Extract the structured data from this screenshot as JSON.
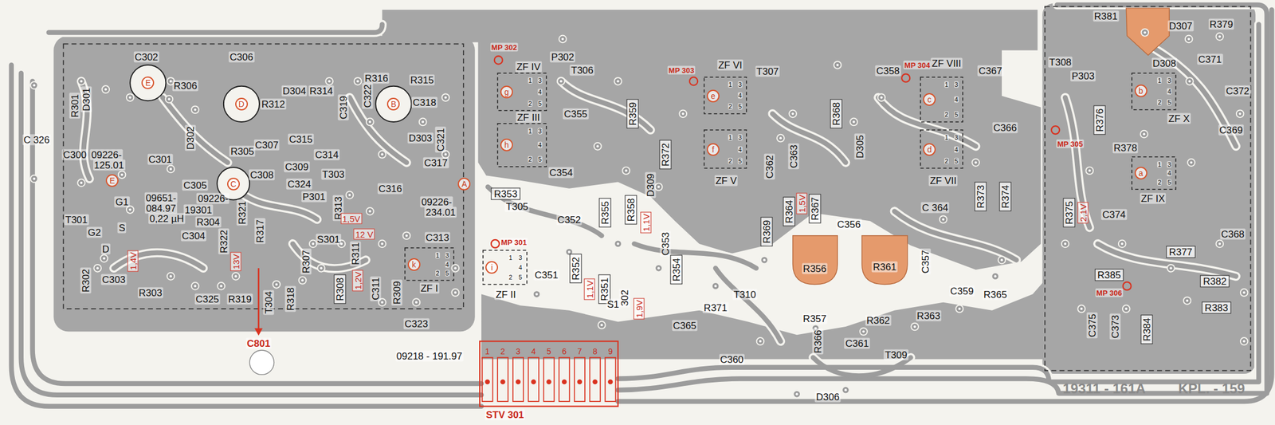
{
  "diagram": {
    "labels": [
      "C 326",
      "R301",
      "D301",
      "C302",
      "E",
      "C300",
      "09226-",
      "125.01",
      "C301",
      "E",
      "G1",
      "09651-",
      "084.97",
      "0,22 µH",
      "T301",
      "G2",
      "S",
      "D",
      "1,4V",
      "R302",
      "C303",
      "R303",
      "R306",
      "D302",
      "C305",
      "C",
      "09226-",
      "19301",
      "R304",
      "C304",
      "R321",
      "R322",
      "R317",
      "13V",
      "C325",
      "R319",
      "T304",
      "R318",
      "C801",
      "C306",
      "D",
      "R312",
      "D304",
      "R314",
      "C319",
      "R305",
      "C307",
      "C308",
      "C315",
      "C314",
      "C309",
      "C324",
      "T303",
      "P301",
      "R313",
      "1,5V",
      "S301",
      "12 V",
      "R311",
      "R307",
      "R308",
      "1,2V",
      "C311",
      "R309",
      "C316",
      "C322",
      "R316",
      "B",
      "R315",
      "C318",
      "D303",
      "C321",
      "C317",
      "A",
      "09226-",
      "234.01",
      "C313",
      "k",
      "ZF I",
      "C323",
      "09218 - 191.97",
      "MP 302",
      "ZF IV",
      "P302",
      "T306",
      "g",
      "ZF III",
      "C355",
      "h",
      "R359",
      "C354",
      "R353",
      "T305",
      "C352",
      "MP 301",
      "i",
      "ZF II",
      "C351",
      "R352",
      "1,1V",
      "R351",
      "S1",
      "302",
      "1,9V",
      "R355",
      "R358",
      "1,1V",
      "D309",
      "R372",
      "C353",
      "R354",
      "C365",
      "R371",
      "MP 303",
      "ZF VI",
      "e",
      "f",
      "ZF V",
      "T307",
      "R368",
      "C362",
      "C363",
      "R369",
      "R364",
      "1,5V",
      "R367",
      "C356",
      "D305",
      "T310",
      "R356",
      "R357",
      "R361",
      "R362",
      "C357",
      "C359",
      "R363",
      "R365",
      "R366",
      "C361",
      "T309",
      "C360",
      "D306",
      "C358",
      "MP 304",
      "ZF VIII",
      "c",
      "d",
      "ZF VII",
      "C367",
      "C366",
      "C 364",
      "R373",
      "R374",
      "T308",
      "P303",
      "MP 305",
      "R376",
      "R375",
      "2,1V",
      "C374",
      "R381",
      "D307",
      "D308",
      "R379",
      "C371",
      "C372",
      "b",
      "ZF X",
      "C369",
      "R378",
      "a",
      "ZF IX",
      "R377",
      "C368",
      "R385",
      "R382",
      "MP 306",
      "R383",
      "C375",
      "C373",
      "R384",
      "STV 301",
      "1",
      "2",
      "3",
      "4",
      "5",
      "6",
      "7",
      "8",
      "9",
      "19311 - 161A",
      "KPL. - 159",
      "1",
      "2",
      "3",
      "4",
      "5",
      "1",
      "2",
      "3",
      "4",
      "5",
      "1",
      "2",
      "3",
      "4",
      "5",
      "1",
      "2",
      "3",
      "4",
      "5",
      "1",
      "2",
      "3",
      "4",
      "5",
      "1",
      "2",
      "3",
      "4",
      "5",
      "1",
      "2",
      "3",
      "4",
      "5",
      "1",
      "2",
      "3",
      "4",
      "5",
      "1",
      "2",
      "3",
      "4",
      "5",
      "1",
      "2",
      "3",
      "4",
      "5"
    ]
  }
}
